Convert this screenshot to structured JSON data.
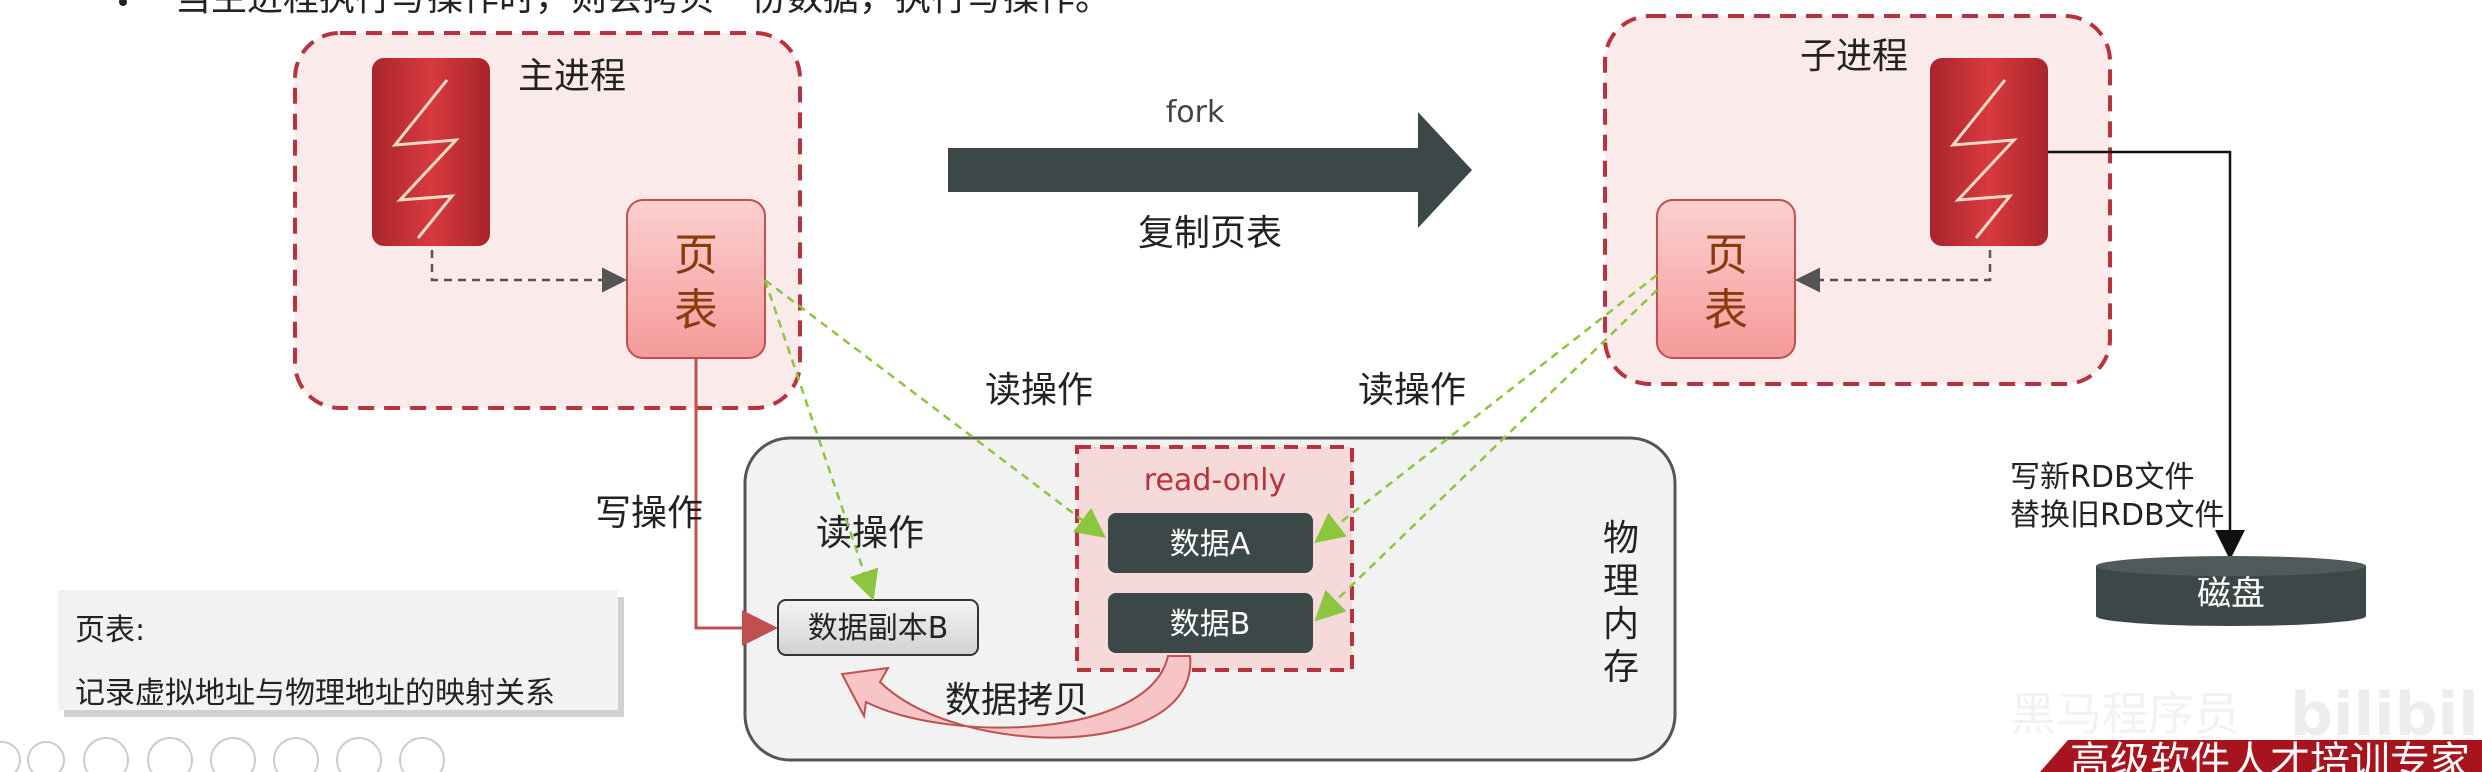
{
  "top_text": "当主进程执行写操作时，则会拷贝一份数据，执行写操作。",
  "main_process": {
    "title": "主进程",
    "page_table": [
      "页",
      "表"
    ]
  },
  "child_process": {
    "title": "子进程",
    "page_table": [
      "页",
      "表"
    ]
  },
  "fork": {
    "label": "fork",
    "sub_label": "复制页表"
  },
  "labels": {
    "read_left": "读操作",
    "read_right": "读操作",
    "write": "写操作",
    "read_inner": "读操作",
    "copy": "数据拷贝"
  },
  "memory": {
    "title": [
      "物",
      "理",
      "内",
      "存"
    ],
    "readonly_label": "read-only",
    "data_a": "数据A",
    "data_b": "数据B",
    "copy_b": "数据副本B"
  },
  "rdb": {
    "line1": "写新RDB文件",
    "line2": "替换旧RDB文件"
  },
  "disk": {
    "label": "磁盘"
  },
  "note": {
    "title": "页表:",
    "body": "记录虚拟地址与物理地址的映射关系"
  },
  "watermark": {
    "logo": "黑马程序员",
    "slogan": "高级软件人才培训专家",
    "site": "bilibili"
  },
  "colors": {
    "dashed_red": "#b8333d",
    "process_bg": "#fbeaea",
    "page_table_bg": "#f9a6a6",
    "dark_gray": "#3c4748",
    "green_arrow": "#8cc63f",
    "write_line": "#c0504d"
  }
}
